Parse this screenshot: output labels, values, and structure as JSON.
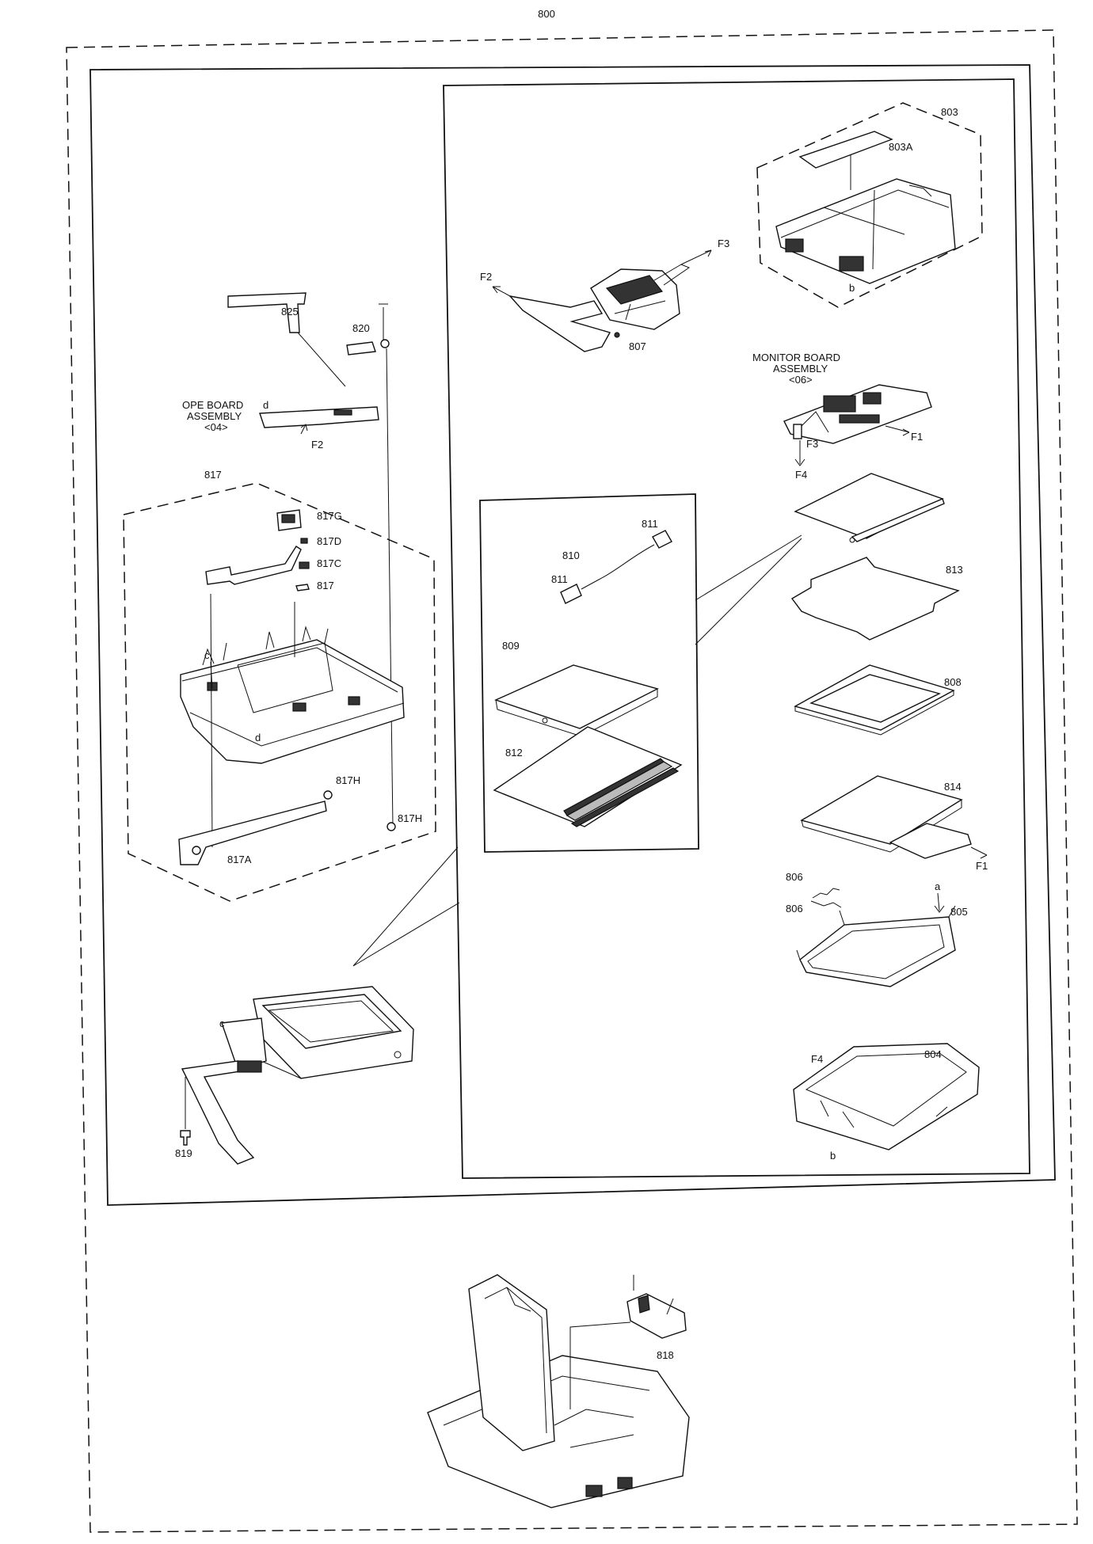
{
  "diagram": {
    "title": "800",
    "callouts": {
      "p825": "825",
      "p820": "820",
      "p817": "817",
      "p817G": "817G",
      "p817D": "817D",
      "p817C": "817C",
      "p817I": "817",
      "p817H_a": "817H",
      "p817H_b": "817H",
      "p817A": "817A",
      "p819": "819",
      "p803": "803",
      "p803A": "803A",
      "p807": "807",
      "p811_a": "811",
      "p811_b": "811",
      "p810": "810",
      "p809": "809",
      "p812": "812",
      "p813": "813",
      "p808": "808",
      "p814": "814",
      "p806_a": "806",
      "p806_b": "806",
      "p805": "805",
      "p804": "804",
      "p818": "818"
    },
    "connectors": {
      "f2_left": "F2",
      "f2_right": "F2",
      "f3_top": "F3",
      "f3_mid": "F3",
      "f1_mid": "F1",
      "f1_low": "F1",
      "f4_mid": "F4",
      "f4_low": "F4"
    },
    "refs": {
      "d_ope": "d",
      "d_frame": "d",
      "c_frame": "c",
      "c_monitor": "c",
      "b_top": "b",
      "b_bottom": "b",
      "a_bracket": "a"
    },
    "assemblies": {
      "ope_board": [
        "OPE BOARD",
        "ASSEMBLY",
        "<04>"
      ],
      "monitor_board": [
        "MONITOR BOARD",
        "ASSEMBLY",
        "<06>"
      ]
    }
  }
}
